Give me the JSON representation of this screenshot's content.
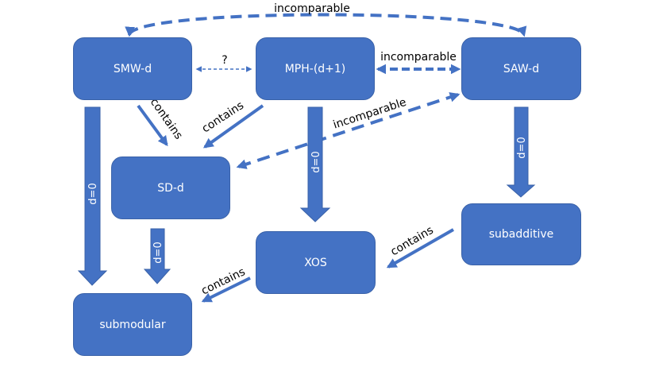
{
  "diagram": {
    "colors": {
      "node_fill": "#4472C4",
      "arrow": "#4472C4",
      "node_text": "#FFFFFF",
      "label_text": "#000000"
    },
    "nodes": {
      "smw": "SMW-d",
      "mph": "MPH-(d+1)",
      "saw": "SAW-d",
      "sd": "SD-d",
      "xos": "XOS",
      "subadditive": "subadditive",
      "submodular": "submodular"
    },
    "edge_labels": {
      "smw_saw": "incomparable",
      "smw_mph": "?",
      "mph_saw": "incomparable",
      "saw_sd": "incomparable",
      "smw_sd": "contains",
      "mph_sd": "contains",
      "mph_xos": "d=0",
      "saw_sub": "d=0",
      "smw_smod": "d=0",
      "sd_smod": "d=0",
      "sub_xos": "contains",
      "xos_smod": "contains"
    }
  }
}
